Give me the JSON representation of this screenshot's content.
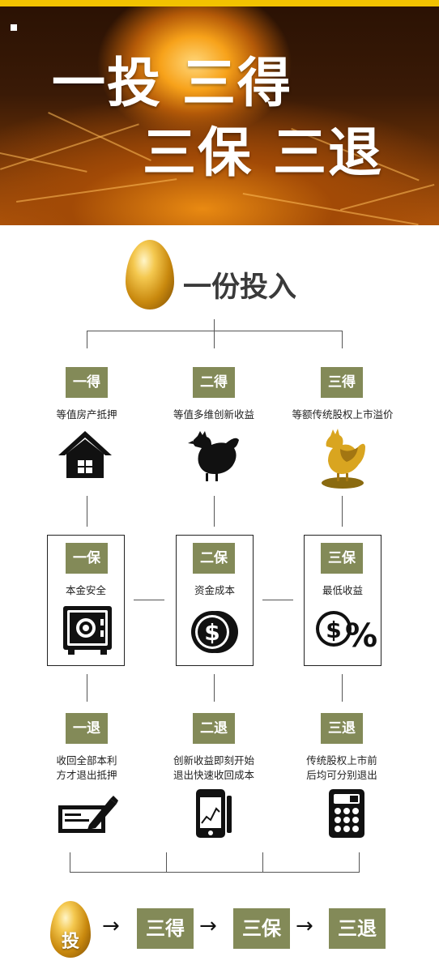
{
  "banner": {
    "line1": "一投 三得",
    "line2": "三保 三退"
  },
  "intro": {
    "label": "一份投入"
  },
  "gains": [
    {
      "tag": "一得",
      "desc": "等值房产抵押",
      "icon": "house-icon"
    },
    {
      "tag": "二得",
      "desc": "等值多维创新收益",
      "icon": "hen-icon"
    },
    {
      "tag": "三得",
      "desc": "等额传统股权上市溢价",
      "icon": "golden-rooster-icon"
    }
  ],
  "guarantees": [
    {
      "tag": "一保",
      "desc": "本金安全",
      "icon": "safe-icon"
    },
    {
      "tag": "二保",
      "desc": "资金成本",
      "icon": "dollar-coin-icon"
    },
    {
      "tag": "三保",
      "desc": "最低收益",
      "icon": "dollar-percent-icon"
    }
  ],
  "exits": [
    {
      "tag": "一退",
      "desc1": "收回全部本利",
      "desc2": "方才退出抵押",
      "icon": "check-pen-icon"
    },
    {
      "tag": "二退",
      "desc1": "创新收益即刻开始",
      "desc2": "退出快速收回成本",
      "icon": "mobile-chart-icon"
    },
    {
      "tag": "三退",
      "desc1": "传统股权上市前",
      "desc2": "后均可分别退出",
      "icon": "calculator-icon"
    }
  ],
  "flow": {
    "egg_label": "投",
    "step1": "三得",
    "step2": "三保",
    "step3": "三退",
    "arrow": "→"
  },
  "colors": {
    "tag_bg": "#838a58",
    "top_bar": "#f2c200",
    "gold": "#c9890e"
  }
}
